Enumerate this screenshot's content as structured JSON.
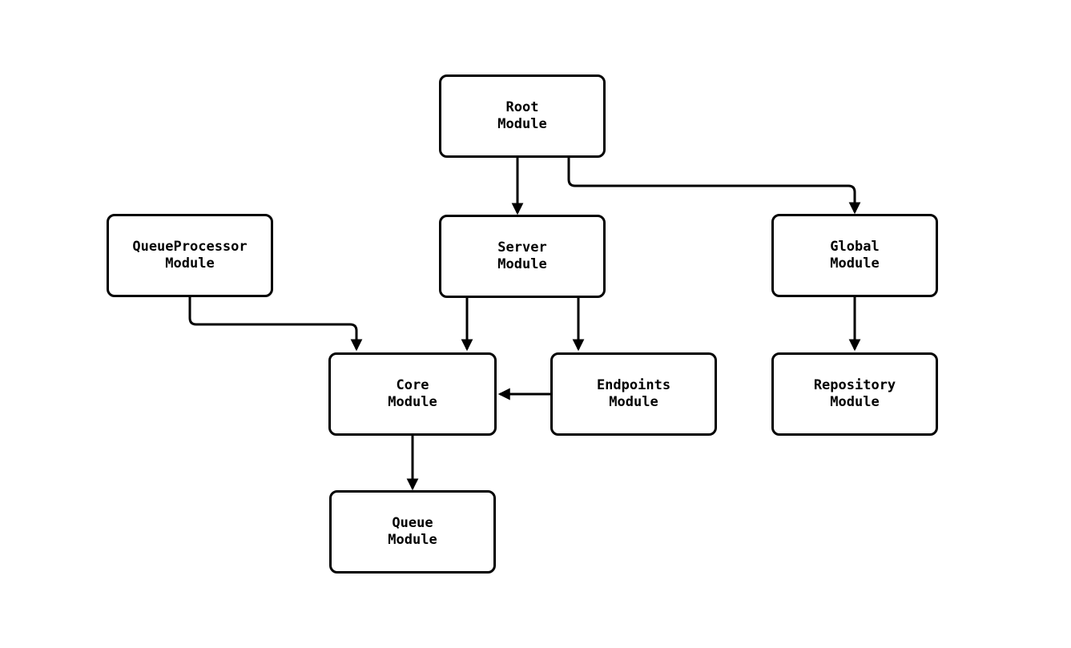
{
  "diagram": {
    "type": "flowchart",
    "background_color": "#ffffff",
    "node_fill_color": "#ffffff",
    "node_border_color": "#000000",
    "edge_color": "#000000",
    "text_color": "#000000",
    "nodes": [
      {
        "id": "root",
        "lines": [
          "Root",
          "Module"
        ]
      },
      {
        "id": "queue-processor",
        "lines": [
          "QueueProcessor",
          "Module"
        ]
      },
      {
        "id": "server",
        "lines": [
          "Server",
          "Module"
        ]
      },
      {
        "id": "global",
        "lines": [
          "Global",
          "Module"
        ]
      },
      {
        "id": "core",
        "lines": [
          "Core",
          "Module"
        ]
      },
      {
        "id": "endpoints",
        "lines": [
          "Endpoints",
          "Module"
        ]
      },
      {
        "id": "repository",
        "lines": [
          "Repository",
          "Module"
        ]
      },
      {
        "id": "queue",
        "lines": [
          "Queue",
          "Module"
        ]
      }
    ],
    "edges": [
      {
        "from": "root",
        "to": "server"
      },
      {
        "from": "root",
        "to": "global"
      },
      {
        "from": "queue-processor",
        "to": "core"
      },
      {
        "from": "server",
        "to": "core"
      },
      {
        "from": "server",
        "to": "endpoints"
      },
      {
        "from": "endpoints",
        "to": "core"
      },
      {
        "from": "global",
        "to": "repository"
      },
      {
        "from": "core",
        "to": "queue"
      }
    ]
  }
}
